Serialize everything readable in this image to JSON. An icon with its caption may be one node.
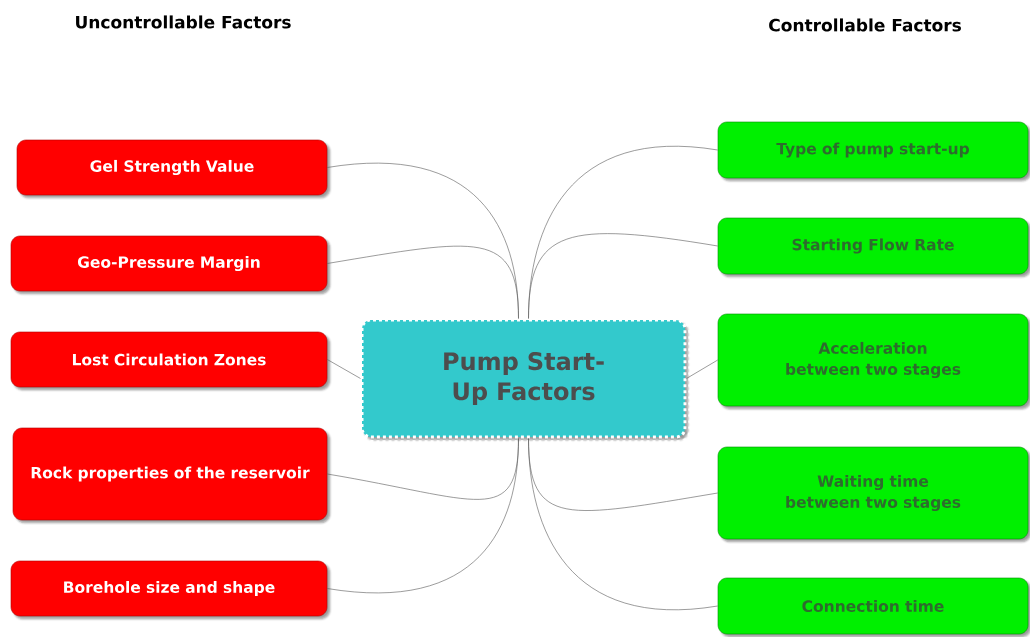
{
  "diagram": {
    "nodes": [
      {
        "text": [
          "Pump Start-Up Factors"
        ]
      },
      {
        "text": [
          "Gel Strength Value"
        ]
      },
      {
        "text": [
          "Geo-Pressure Margin"
        ]
      },
      {
        "text": [
          "Lost Circulation Zones"
        ]
      },
      {
        "text": [
          "Rock properties of the reservoir"
        ]
      },
      {
        "text": [
          "Borehole size and shape"
        ]
      },
      {
        "text": [
          "Type of pump start-up"
        ]
      },
      {
        "text": [
          "Starting Flow Rate"
        ]
      },
      {
        "text": [
          "Acceleration between two stages"
        ]
      },
      {
        "text": [
          "Waiting time between two stages"
        ]
      },
      {
        "text": [
          "Connection time"
        ]
      }
    ],
    "edges": [
      {
        "from": 1,
        "to": 0,
        "arrow": "none"
      },
      {
        "from": 2,
        "to": 0,
        "arrow": "none"
      },
      {
        "from": 3,
        "to": 0,
        "arrow": "none"
      },
      {
        "from": 4,
        "to": 0,
        "arrow": "none"
      },
      {
        "from": 5,
        "to": 0,
        "arrow": "none"
      },
      {
        "from": 6,
        "to": 0,
        "arrow": "none"
      },
      {
        "from": 7,
        "to": 0,
        "arrow": "none"
      },
      {
        "from": 8,
        "to": 0,
        "arrow": "none"
      },
      {
        "from": 9,
        "to": 0,
        "arrow": "none"
      },
      {
        "from": 10,
        "to": 0,
        "arrow": "none"
      }
    ],
    "labels": [
      "Uncontrollable Factors",
      "Controllable Factors"
    ]
  }
}
